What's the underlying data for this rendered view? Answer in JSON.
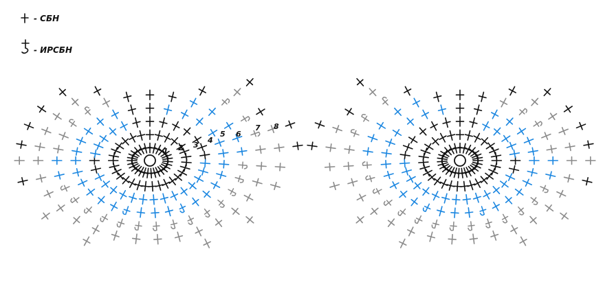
{
  "legend": [
    {
      "symbol": "sbn-icon",
      "label": "- СБН"
    },
    {
      "symbol": "irsbn-icon",
      "label": "- ИРСБН"
    }
  ],
  "colors": {
    "black": "#111111",
    "gray": "#8a8a8a",
    "blue": "#1a86e0",
    "ring": "#111111"
  },
  "row_numbers": [
    "1",
    "2",
    "3",
    "4",
    "5",
    "6",
    "7",
    "8"
  ],
  "diagrams": [
    {
      "name": "left-diagram",
      "row_labels": true
    },
    {
      "name": "right-diagram",
      "row_labels": false
    }
  ]
}
